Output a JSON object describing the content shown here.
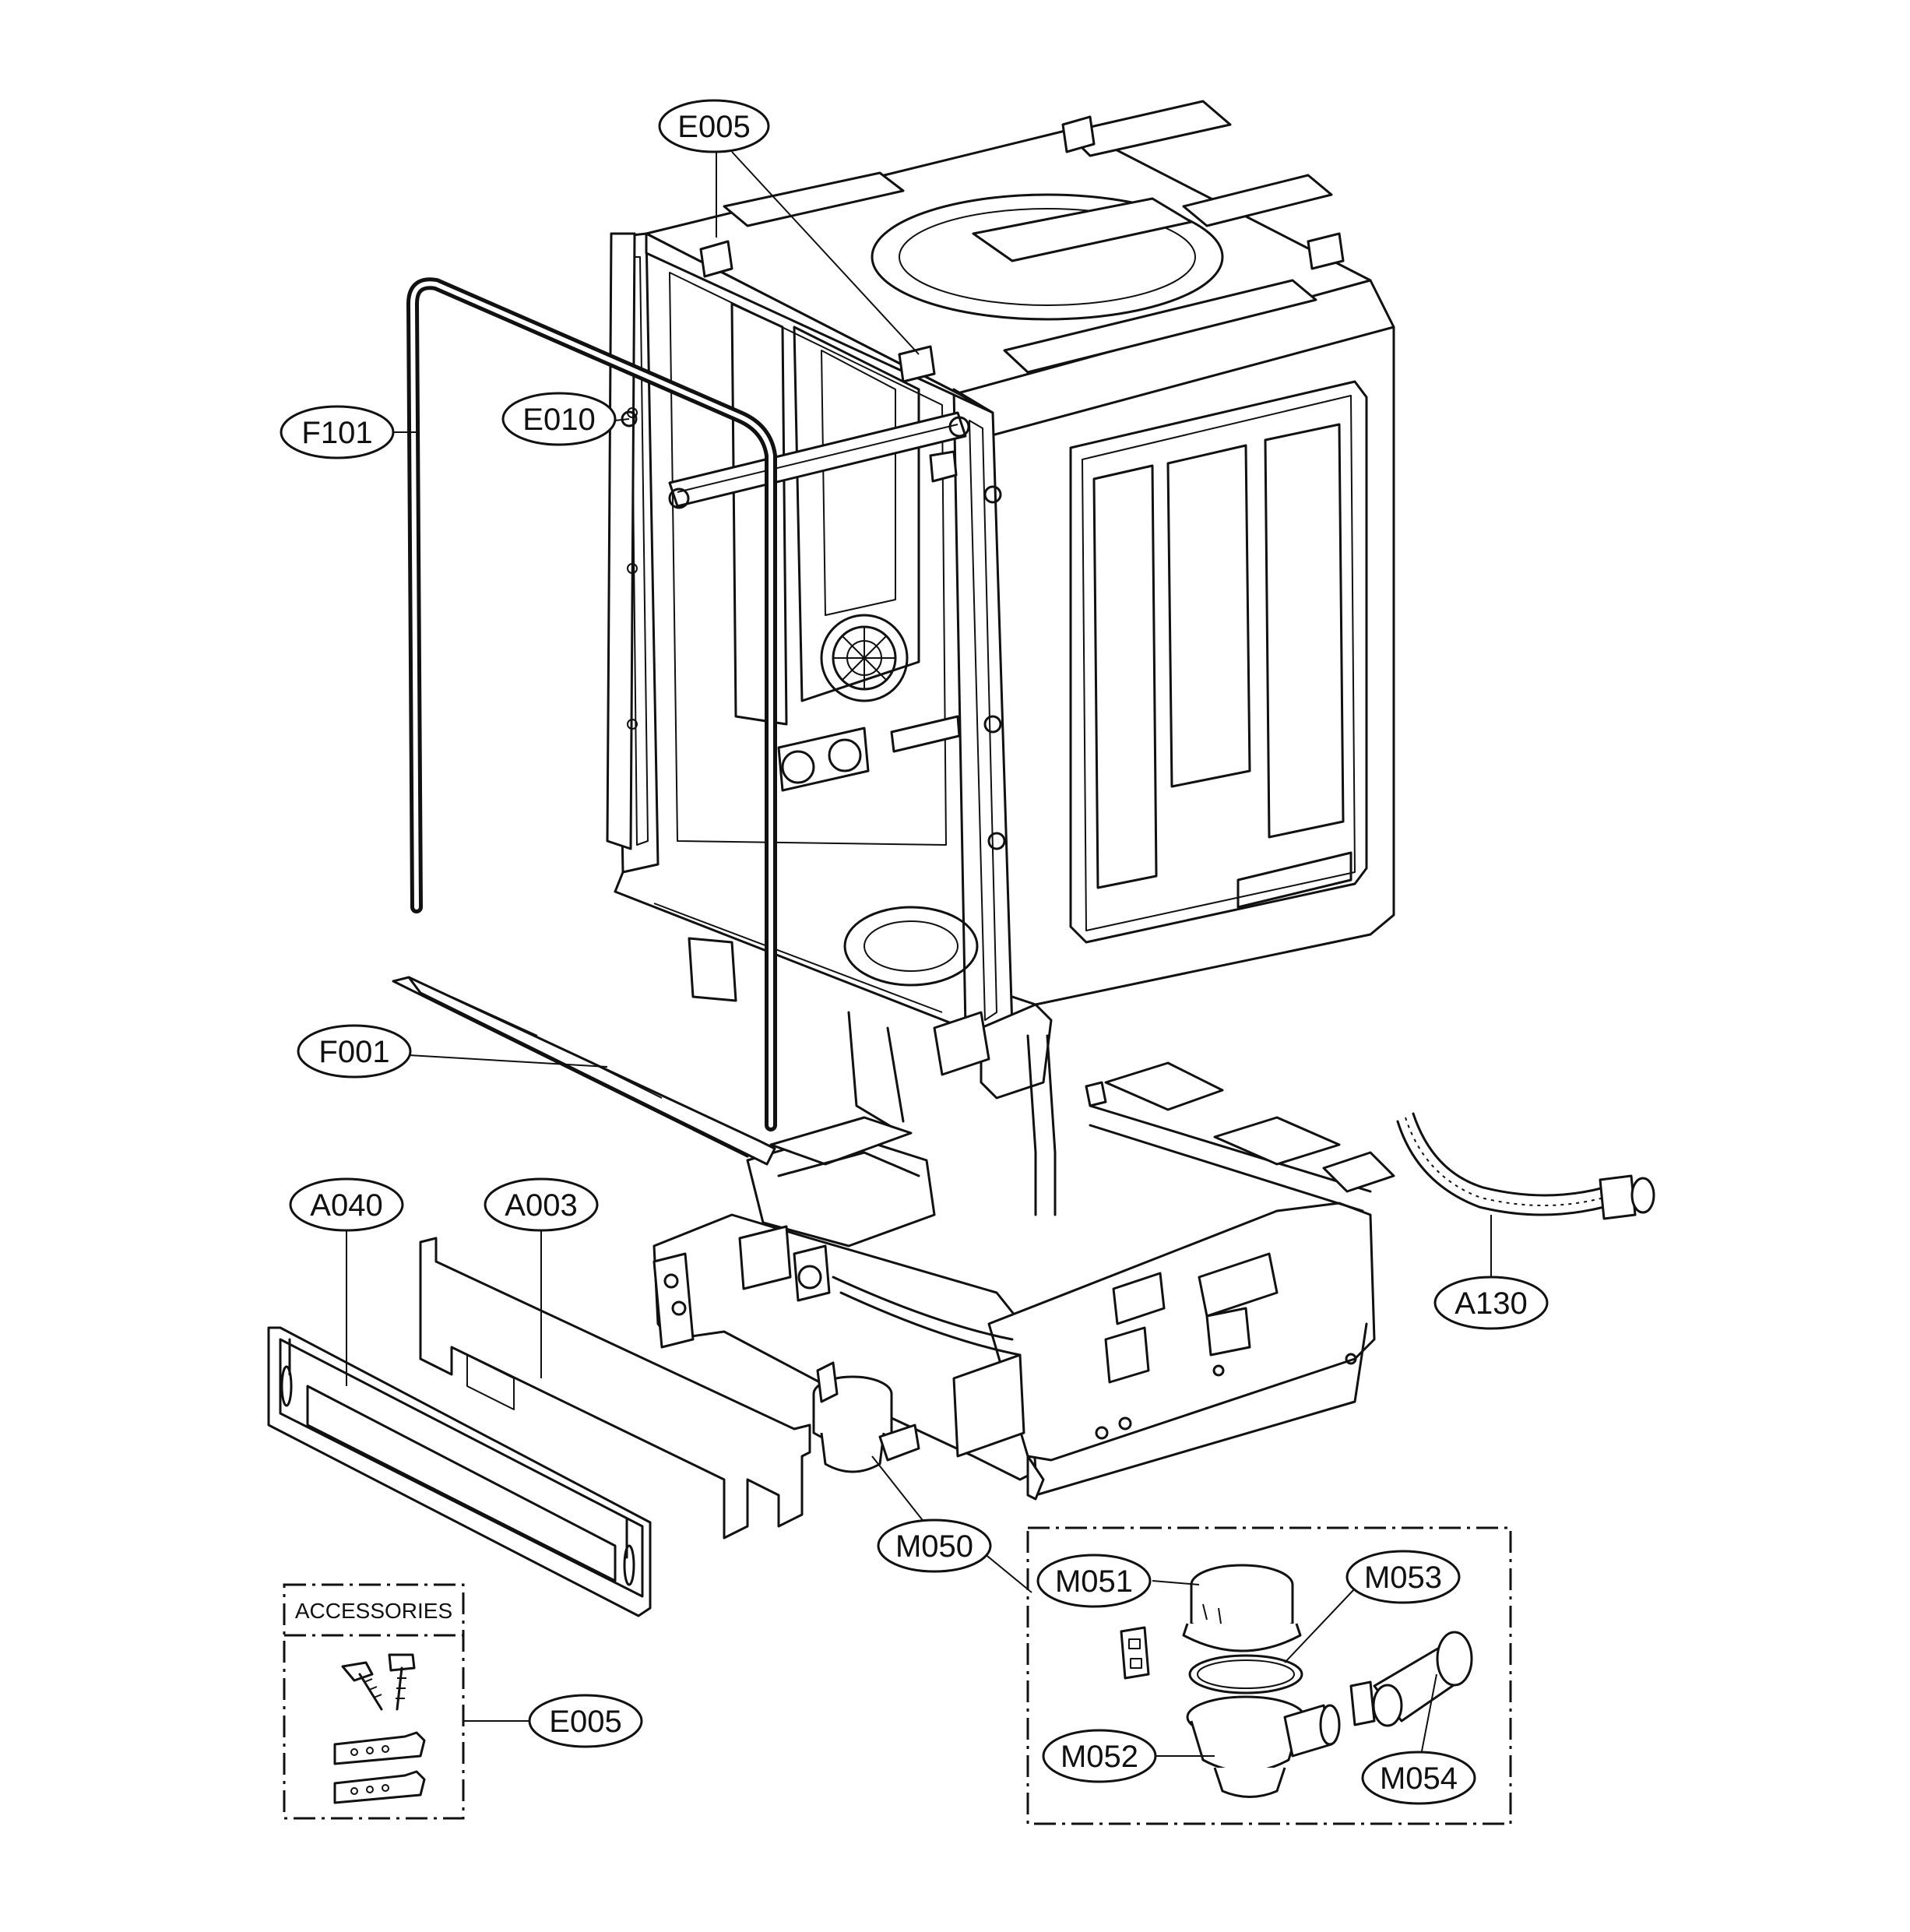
{
  "callouts": {
    "e005_top": "E005",
    "e010": "E010",
    "f101": "F101",
    "f001": "F001",
    "a040": "A040",
    "a003": "A003",
    "a130": "A130",
    "m050": "M050",
    "m051": "M051",
    "m052": "M052",
    "m053": "M053",
    "m054": "M054",
    "e005_acc": "E005"
  },
  "accessories": {
    "title": "ACCESSORIES"
  }
}
